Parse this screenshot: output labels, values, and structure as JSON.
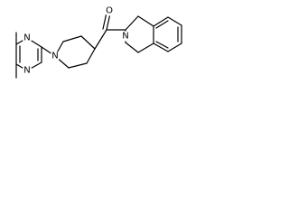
{
  "molecule": {
    "atom_labels": {
      "oxygen": "O",
      "pyrimidine_n_top": "N",
      "pyrimidine_n_bottom": "N",
      "piperidine_n": "N",
      "isoquinoline_n": "N"
    },
    "colors": {
      "bond": "#000000",
      "label": "#000000",
      "background": "#ffffff"
    }
  }
}
